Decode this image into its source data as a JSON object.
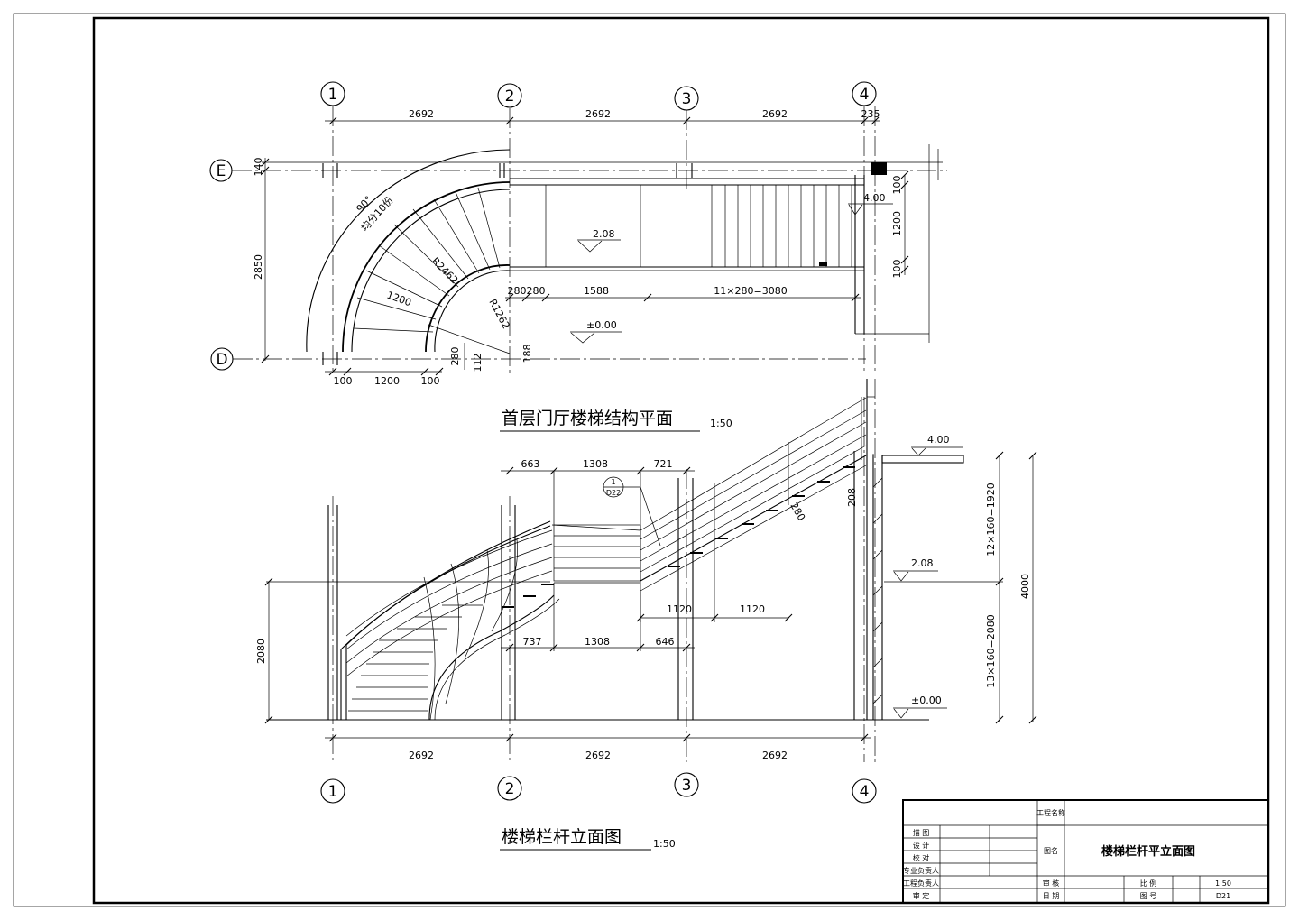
{
  "plan": {
    "axes_top": [
      "1",
      "2",
      "3",
      "4"
    ],
    "axes_left": [
      "E",
      "D"
    ],
    "top_dims": [
      "2692",
      "2692",
      "2692",
      "235"
    ],
    "left_dims": [
      "140",
      "2850"
    ],
    "right_dims": [
      "100",
      "1200",
      "100"
    ],
    "angle_label": "90°",
    "angle_div": "均分10份",
    "r_outer": "R2462",
    "r_inner": "R1262",
    "width_1200": "1200",
    "level_mid": "2.08",
    "level_top": "4.00",
    "level_ground": "±0.00",
    "row_dims": [
      "280",
      "280",
      "1588",
      "11×280=3080"
    ],
    "bottom_dims": [
      "100",
      "1200",
      "100"
    ],
    "small_dims": [
      "280",
      "112",
      "188"
    ],
    "title": "首层门厅楼梯结构平面",
    "scale": "1:50"
  },
  "elevation": {
    "axes_bottom": [
      "1",
      "2",
      "3",
      "4"
    ],
    "bottom_dims": [
      "2692",
      "2692",
      "2692"
    ],
    "top_dims": [
      "663",
      "1308",
      "721"
    ],
    "mid_dims": [
      "737",
      "1308",
      "646"
    ],
    "rail_dims": [
      "1120",
      "1120"
    ],
    "detail_ref": "1",
    "detail_sheet": "D22",
    "dim_208": "208",
    "dim_280": "280",
    "height_left": "2080",
    "height_total": "4000",
    "upper_flight": "12×160=1920",
    "lower_flight": "13×160=2080",
    "level_top": "4.00",
    "level_mid": "2.08",
    "level_ground": "±0.00",
    "title": "楼梯栏杆立面图",
    "scale": "1:50"
  },
  "title_block": {
    "left_labels": [
      "描 图",
      "设 计",
      "校 对",
      "专业负责人",
      "工程负责人",
      "审 定"
    ],
    "project_label": "工程名称",
    "drawing_label": "图名",
    "drawing_name": "楼梯栏杆平立面图",
    "review_label": "审 核",
    "date_label": "日 期",
    "scale_label": "比 例",
    "scale_value": "1:50",
    "sheet_label": "图 号",
    "sheet_value": "D21"
  }
}
